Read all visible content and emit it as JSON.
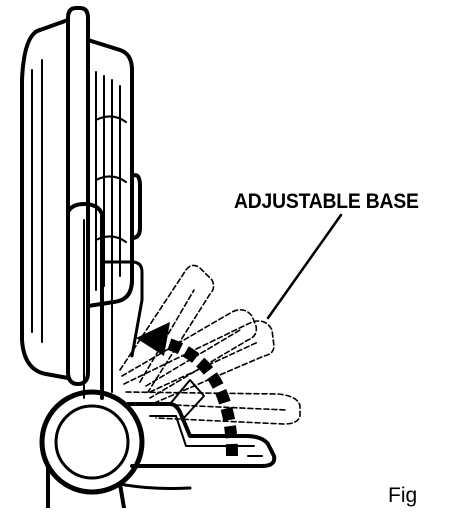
{
  "callout": {
    "text": "ADJUSTABLE BASE"
  },
  "figure": {
    "label": "Fig"
  },
  "colors": {
    "line": "#000000",
    "background": "#ffffff"
  },
  "icons": {
    "arrow": "curved-tilt-arrow"
  }
}
